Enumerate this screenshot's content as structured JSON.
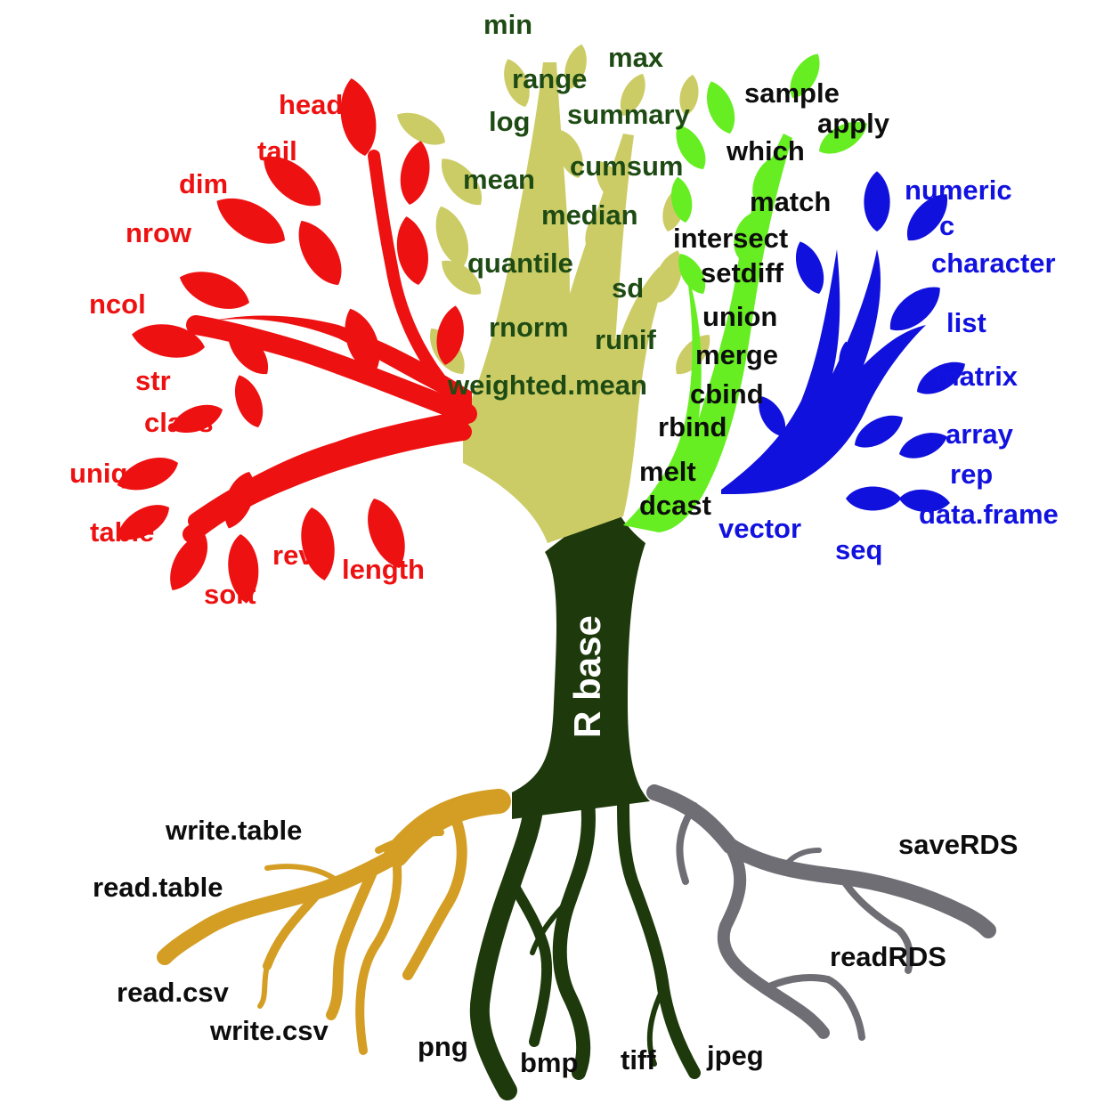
{
  "trunk_label": "R base",
  "colors": {
    "red_branch": "#ee1111",
    "olive_branch": "#cccc66",
    "green_branch": "#66ee22",
    "blue_branch": "#1111dd",
    "trunk": "#1e3a0c",
    "root_gold": "#d49e24",
    "root_dark": "#1e3a0c",
    "root_gray": "#6e6e74",
    "olive_text": "#1e4b14"
  },
  "branches": {
    "red": [
      "head",
      "tail",
      "dim",
      "nrow",
      "ncol",
      "str",
      "class",
      "unique",
      "table",
      "sort",
      "rev",
      "length"
    ],
    "olive": [
      "min",
      "max",
      "range",
      "log",
      "summary",
      "cumsum",
      "mean",
      "median",
      "quantile",
      "sd",
      "rnorm",
      "runif",
      "weighted.mean"
    ],
    "green": [
      "sample",
      "apply",
      "which",
      "match",
      "intersect",
      "setdiff",
      "union",
      "merge",
      "cbind",
      "rbind",
      "melt",
      "dcast"
    ],
    "blue": [
      "numeric",
      "c",
      "character",
      "list",
      "matrix",
      "array",
      "rep",
      "data.frame",
      "vector",
      "seq"
    ]
  },
  "roots": {
    "gold": [
      "write.table",
      "read.table",
      "read.csv",
      "write.csv"
    ],
    "dark": [
      "png",
      "bmp",
      "tiff",
      "jpeg"
    ],
    "gray": [
      "saveRDS",
      "readRDS"
    ]
  }
}
